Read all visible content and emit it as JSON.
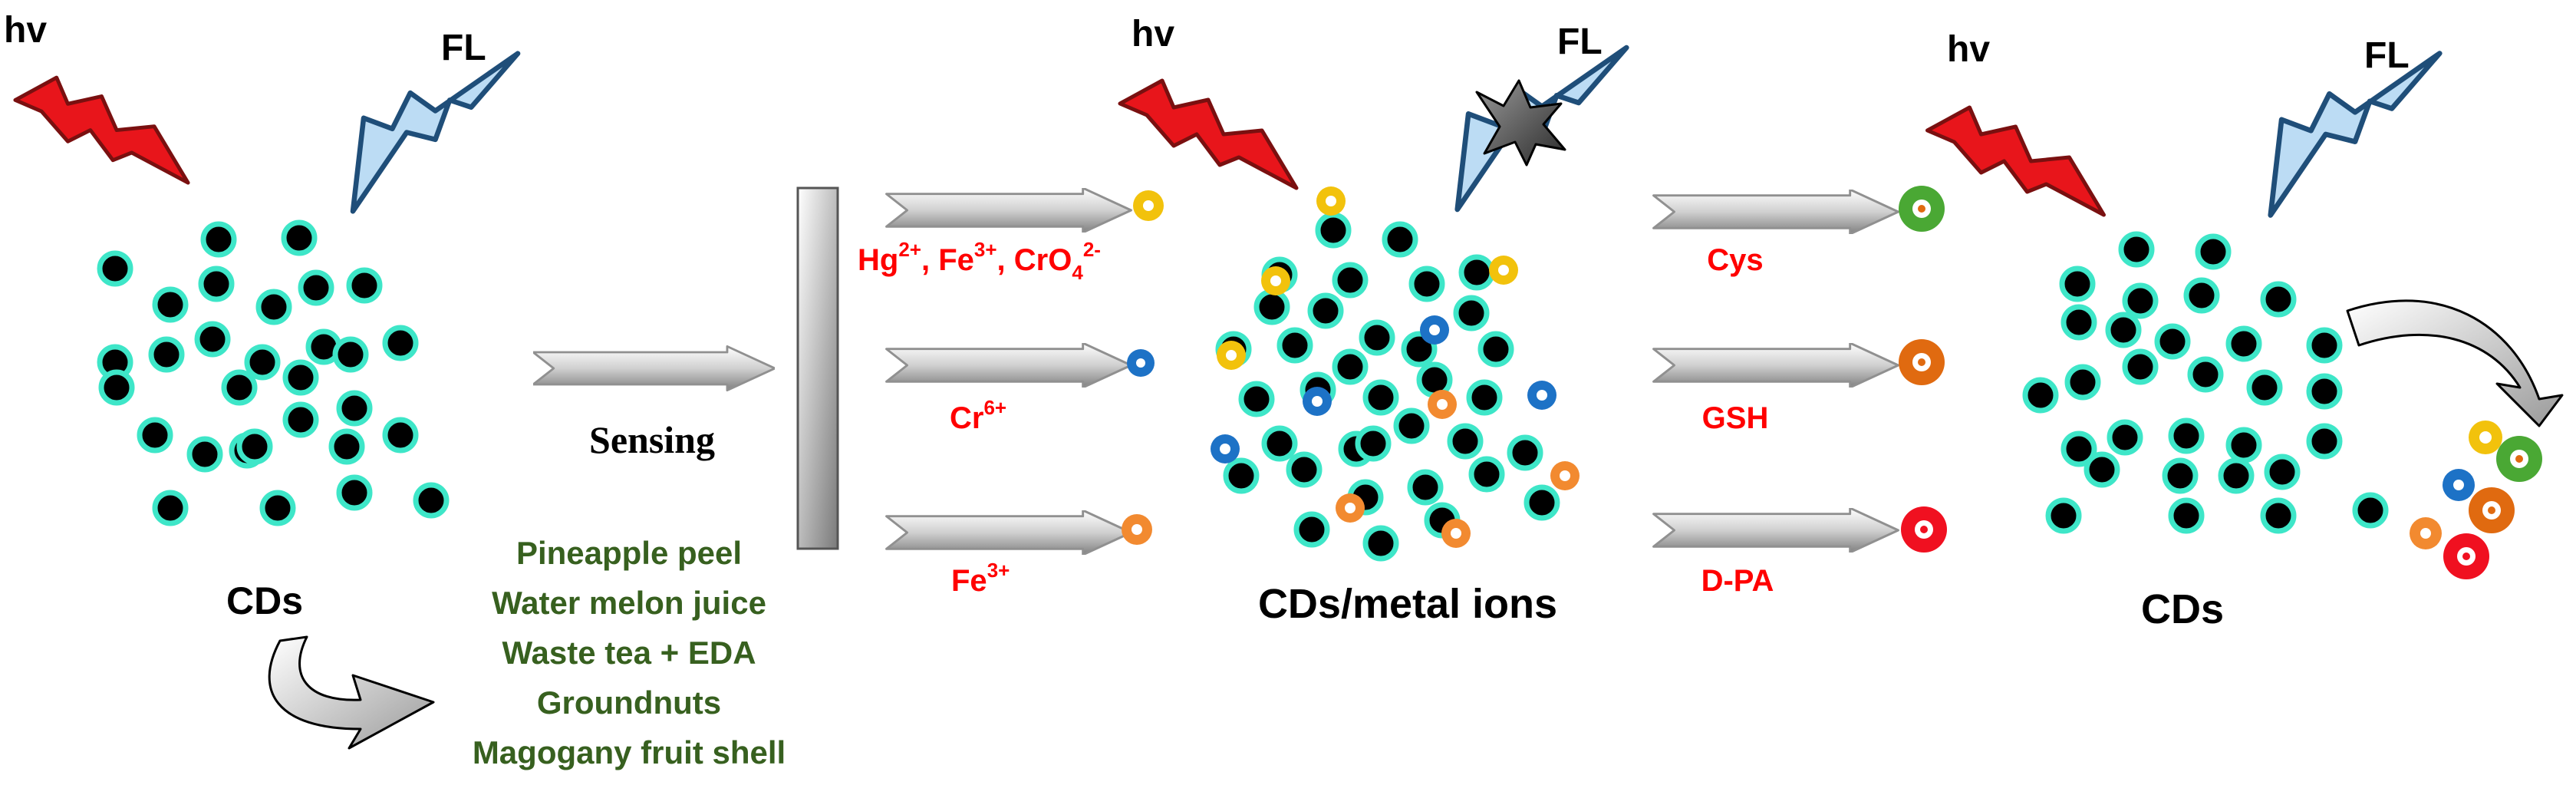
{
  "panels": {
    "left": {
      "hv": "hv",
      "fl": "FL",
      "label": "CDs"
    },
    "middle": {
      "hv": "hv",
      "fl": "FL",
      "label": "CDs/metal ions"
    },
    "right": {
      "hv": "hv",
      "fl": "FL",
      "label": "CDs"
    }
  },
  "sensing_label": "Sensing",
  "sources": [
    "Pineapple peel",
    "Water melon juice",
    "Waste tea + EDA",
    "Groundnuts",
    "Magogany fruit shell"
  ],
  "ions": {
    "row1": {
      "base": "Hg",
      "sup1": "2+",
      "mid1": ", Fe",
      "sup2": "3+",
      "mid2": ", CrO",
      "sub": "4",
      "sup3": "2-"
    },
    "row2": {
      "base": "Cr",
      "sup": "6+"
    },
    "row3": {
      "base": "Fe",
      "sup": "3+"
    }
  },
  "analytes": [
    "Cys",
    "GSH",
    "D-PA"
  ],
  "colors": {
    "cd_fill": "#000000",
    "cd_ring": "#3ee6c8",
    "hv_bolt": "#e8151b",
    "fl_bolt": "#bcdcf4",
    "fl_edge": "#1f4e79",
    "ion_text": "#ff0000",
    "source_text": "#37601f",
    "yellow_ion": "#f2c20c",
    "blue_ion": "#1d72c6",
    "orange_ion": "#f28a30",
    "green_bead": "#4aa834",
    "brown_bead": "#e06a10",
    "red_bead": "#f01020"
  }
}
